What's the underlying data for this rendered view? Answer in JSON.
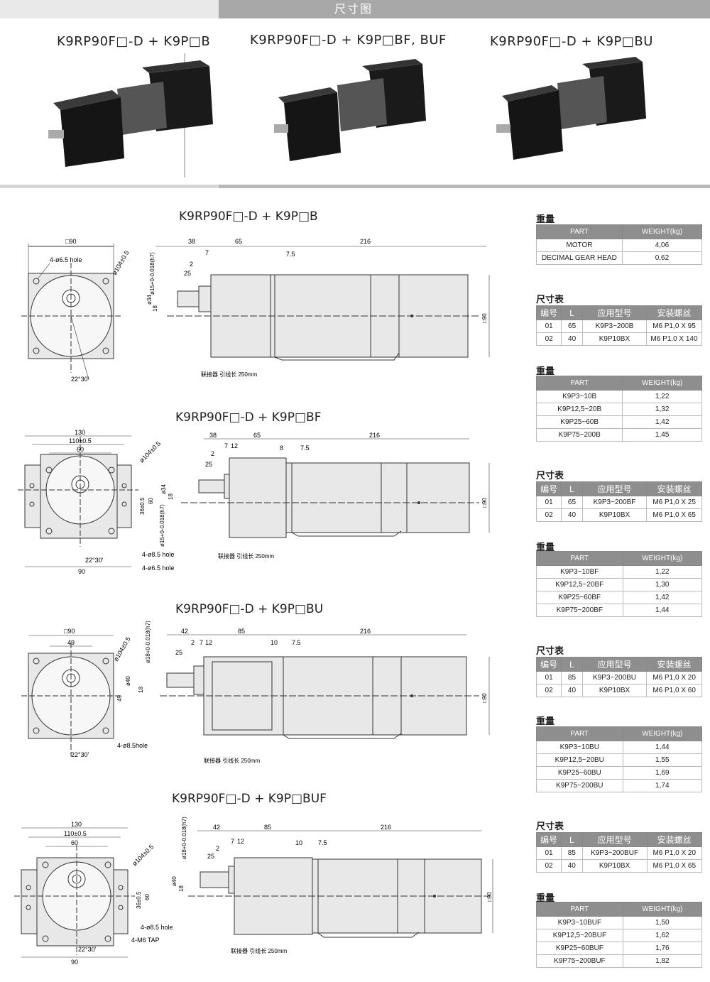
{
  "header": {
    "title": "尺寸图"
  },
  "top_models": [
    "K9RP90F□-D + K9P□B",
    "K9RP90F□-D + K9P□BF, BUF",
    "K9RP90F□-D + K9P□BU"
  ],
  "sections": [
    {
      "title": "K9RP90F□-D + K9P□B",
      "front": {
        "sq": "□90",
        "hole": "4-ø6.5 hole",
        "dia": "ø104±0.5",
        "angle": "22°30'"
      },
      "side": {
        "d1": "38",
        "d2": "65",
        "d3": "216",
        "d4": "7",
        "d5": "7.5",
        "d6": "2",
        "d7": "25",
        "shaft": "ø15+0-0.018(h7)",
        "d34": "ø34",
        "d18": "18",
        "sq90": "□90",
        "cable": "联接器 引线长 250mm"
      }
    },
    {
      "title": "K9RP90F□-D + K9P□BF",
      "front": {
        "w130": "130",
        "w110": "110±0.5",
        "w60": "60",
        "dia": "ø104±0.5",
        "h36": "36±0.5",
        "h60": "60",
        "hole1": "4-ø8.5 hole",
        "hole2": "4-ø6.5 hole",
        "angle": "22°30'",
        "w90": "90"
      },
      "side": {
        "d1": "38",
        "d2": "65",
        "d3": "216",
        "d4": "7",
        "d4b": "12",
        "d5": "8",
        "d6": "7.5",
        "d7": "2",
        "d8": "25",
        "d34": "ø34",
        "d18": "18",
        "shaft": "ø15+0-0.018(h7)",
        "sq90": "□90",
        "cable": "联接器 引线长 250mm"
      }
    },
    {
      "title": "K9RP90F□-D + K9P□BU",
      "front": {
        "sq": "□90",
        "w49": "49",
        "dia": "ø104±0.5",
        "h49": "49",
        "hole": "4-ø8.5hole",
        "angle": "22°30'"
      },
      "side": {
        "d1": "42",
        "d2": "85",
        "d3": "216",
        "d4": "2",
        "d5": "7",
        "d6": "12",
        "d7": "10",
        "d8": "7.5",
        "d9": "25",
        "shaft": "ø18+0-0.018(h7)",
        "d40": "ø40",
        "d18": "18",
        "sq90": "□90",
        "cable": "联接器 引线长 250mm"
      }
    },
    {
      "title": "K9RP90F□-D + K9P□BUF",
      "front": {
        "w130": "130",
        "w110": "110±0.5",
        "w60": "60",
        "dia": "ø104±0.5",
        "h36": "36±0.5",
        "h60": "60",
        "hole1": "4-ø8.5 hole",
        "hole2": "4-M6 TAP",
        "angle": "22°30'",
        "w90": "90"
      },
      "side": {
        "d1": "42",
        "d2": "85",
        "d3": "216",
        "d4": "7",
        "d4b": "12",
        "d5": "10",
        "d6": "7.5",
        "d7": "2",
        "d8": "25",
        "shaft": "ø18+0-0.018(h7)",
        "d40": "ø40",
        "d18": "18",
        "sq90": "□90",
        "cable": "联接器 引线长 250mm"
      }
    }
  ],
  "labels": {
    "weight": "重量",
    "dims": "尺寸表"
  },
  "tables": {
    "w1": {
      "head": [
        "PART",
        "WEIGHT(kg)"
      ],
      "rows": [
        [
          "MOTOR",
          "4,06"
        ],
        [
          "DECIMAL GEAR HEAD",
          "0,62"
        ]
      ]
    },
    "d1": {
      "head": [
        "编号",
        "L",
        "应用型号",
        "安装螺丝"
      ],
      "rows": [
        [
          "01",
          "65",
          "K9P3~200B",
          "M6 P1,0 X 95"
        ],
        [
          "02",
          "40",
          "K9P10BX",
          "M6 P1,0 X 140"
        ]
      ]
    },
    "w2": {
      "head": [
        "PART",
        "WEIGHT(kg)"
      ],
      "rows": [
        [
          "K9P3~10B",
          "1,22"
        ],
        [
          "K9P12,5~20B",
          "1,32"
        ],
        [
          "K9P25~60B",
          "1,42"
        ],
        [
          "K9P75~200B",
          "1,45"
        ]
      ]
    },
    "d2": {
      "head": [
        "编号",
        "L",
        "应用型号",
        "安装螺丝"
      ],
      "rows": [
        [
          "01",
          "65",
          "K9P3~200BF",
          "M6 P1,0 X 25"
        ],
        [
          "02",
          "40",
          "K9P10BX",
          "M6 P1,0 X 65"
        ]
      ]
    },
    "w3": {
      "head": [
        "PART",
        "WEIGHT(kg)"
      ],
      "rows": [
        [
          "K9P3~10BF",
          "1,22"
        ],
        [
          "K9P12,5~20BF",
          "1,30"
        ],
        [
          "K9P25~60BF",
          "1,42"
        ],
        [
          "K9P75~200BF",
          "1,44"
        ]
      ]
    },
    "d3": {
      "head": [
        "编号",
        "L",
        "应用型号",
        "安装螺丝"
      ],
      "rows": [
        [
          "01",
          "85",
          "K9P3~200BU",
          "M6 P1,0 X 20"
        ],
        [
          "02",
          "40",
          "K9P10BX",
          "M6 P1,0 X 60"
        ]
      ]
    },
    "w4": {
      "head": [
        "PART",
        "WEIGHT(kg)"
      ],
      "rows": [
        [
          "K9P3~10BU",
          "1,44"
        ],
        [
          "K9P12,5~20BU",
          "1,55"
        ],
        [
          "K9P25~60BU",
          "1,69"
        ],
        [
          "K9P75~200BU",
          "1,74"
        ]
      ]
    },
    "d4": {
      "head": [
        "编号",
        "L",
        "应用型号",
        "安装螺丝"
      ],
      "rows": [
        [
          "01",
          "85",
          "K9P3~200BUF",
          "M6 P1,0 X 20"
        ],
        [
          "02",
          "40",
          "K9P10BX",
          "M6 P1,0 X 65"
        ]
      ]
    },
    "w5": {
      "head": [
        "PART",
        "WEIGHT(kg)"
      ],
      "rows": [
        [
          "K9P3~10BUF",
          "1,50"
        ],
        [
          "K9P12,5~20BUF",
          "1,62"
        ],
        [
          "K9P25~60BUF",
          "1,76"
        ],
        [
          "K9P75~200BUF",
          "1,82"
        ]
      ]
    }
  }
}
